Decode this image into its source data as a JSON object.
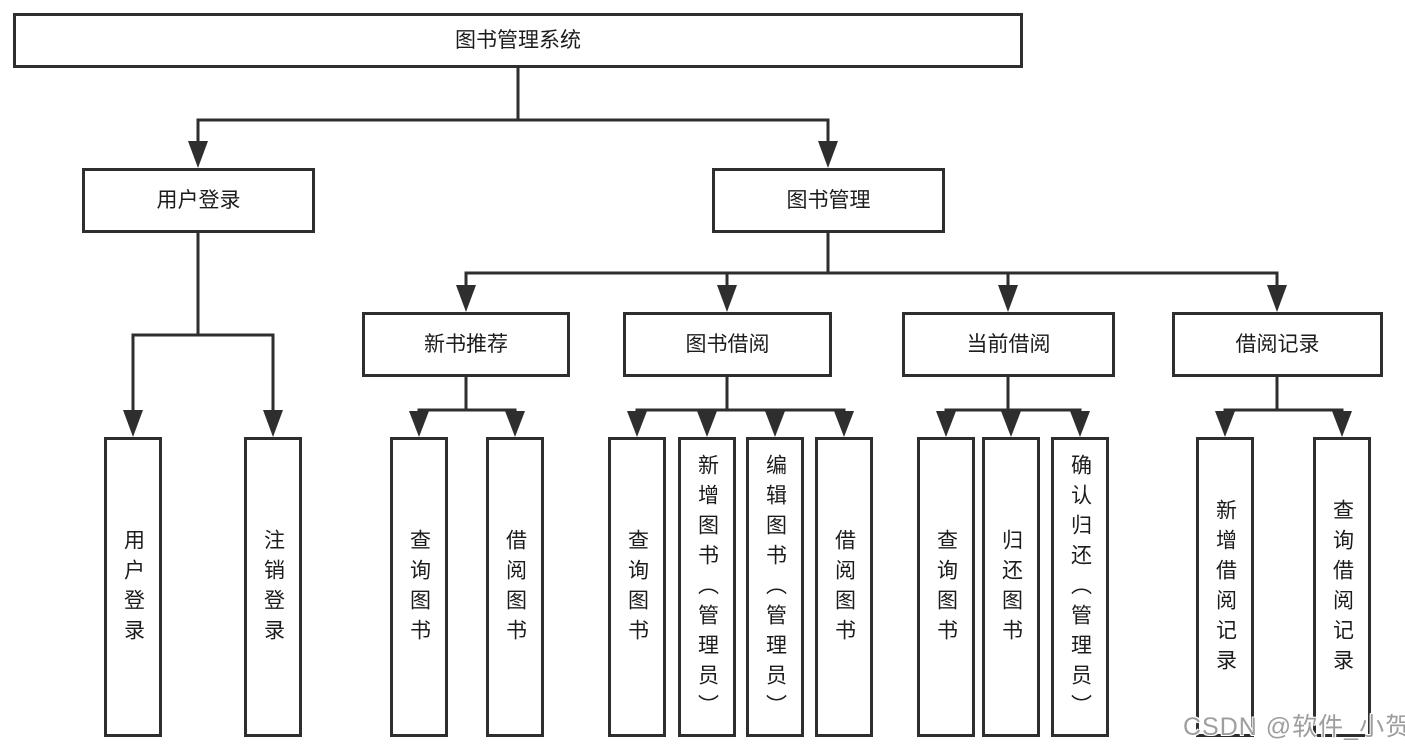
{
  "diagram": {
    "root": {
      "label": "图书管理系统"
    },
    "branches": [
      {
        "label": "用户登录",
        "children": [
          {
            "label": "用户登录"
          },
          {
            "label": "注销登录"
          }
        ]
      },
      {
        "label": "图书管理",
        "children": [
          {
            "label": "新书推荐",
            "children": [
              {
                "label": "查询图书"
              },
              {
                "label": "借阅图书"
              }
            ]
          },
          {
            "label": "图书借阅",
            "children": [
              {
                "label": "查询图书"
              },
              {
                "label": "新增图书（管理员）"
              },
              {
                "label": "编辑图书（管理员）"
              },
              {
                "label": "借阅图书"
              }
            ]
          },
          {
            "label": "当前借阅",
            "children": [
              {
                "label": "查询图书"
              },
              {
                "label": "归还图书"
              },
              {
                "label": "确认归还（管理员）"
              }
            ]
          },
          {
            "label": "借阅记录",
            "children": [
              {
                "label": "新增借阅记录"
              },
              {
                "label": "查询借阅记录"
              }
            ]
          }
        ]
      }
    ],
    "watermark": "CSDN @软件_小贺同学",
    "colors": {
      "line": "#2e2e2e",
      "text": "#1c1c1c",
      "background": "#ffffff",
      "watermark": "#9e9e9e"
    }
  }
}
